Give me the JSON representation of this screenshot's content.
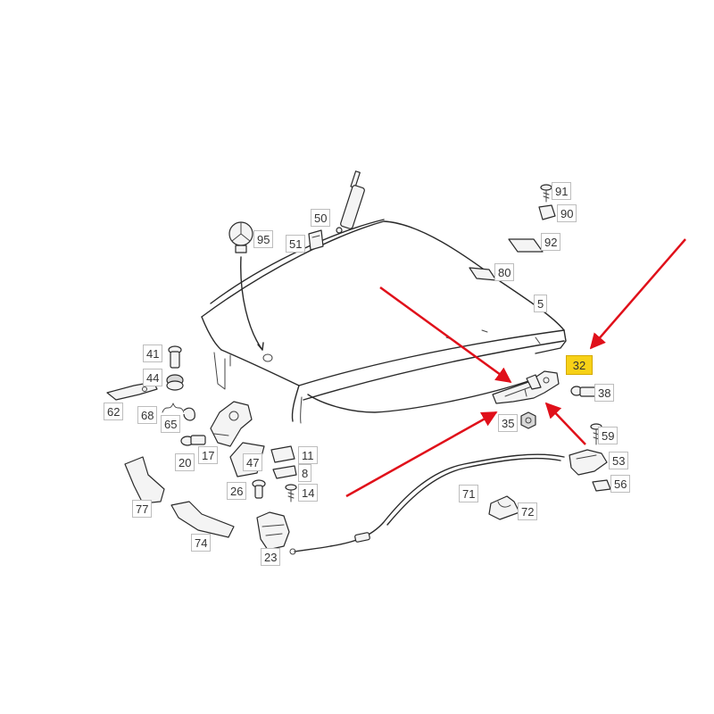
{
  "colors": {
    "arrow": "#e0101a",
    "highlight_fill": "#f7d117",
    "highlight_border": "#d4a900",
    "line": "#2a2a2a"
  },
  "highlighted_part": "32",
  "labels": {
    "p5": "5",
    "p8": "8",
    "p11": "11",
    "p14": "14",
    "p17": "17",
    "p20": "20",
    "p23": "23",
    "p26": "26",
    "p32": "32",
    "p35": "35",
    "p38": "38",
    "p41": "41",
    "p44": "44",
    "p47": "47",
    "p50": "50",
    "p51": "51",
    "p53": "53",
    "p56": "56",
    "p59": "59",
    "p62": "62",
    "p65": "65",
    "p68": "68",
    "p71": "71",
    "p72": "72",
    "p74": "74",
    "p77": "77",
    "p80": "80",
    "p90": "90",
    "p91": "91",
    "p92": "92",
    "p95": "95"
  }
}
